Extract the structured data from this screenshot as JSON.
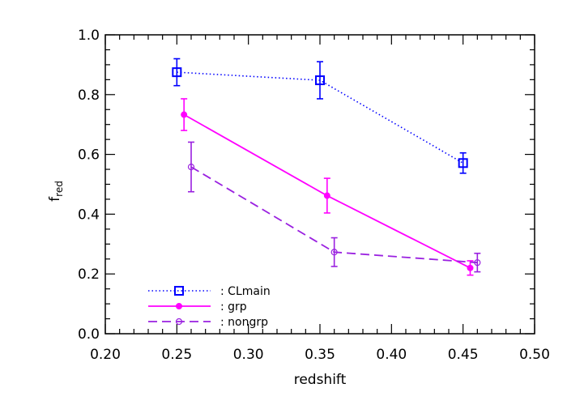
{
  "chart_data": {
    "type": "line",
    "xlabel": "redshift",
    "ylabel_main": "f",
    "ylabel_sub": "red",
    "xlim": [
      0.2,
      0.5
    ],
    "ylim": [
      0.0,
      1.0
    ],
    "xticks": [
      0.2,
      0.25,
      0.3,
      0.35,
      0.4,
      0.45,
      0.5
    ],
    "xtick_labels": [
      "0.20",
      "0.25",
      "0.30",
      "0.35",
      "0.40",
      "0.45",
      "0.50"
    ],
    "yticks": [
      0.0,
      0.2,
      0.4,
      0.6,
      0.8,
      1.0
    ],
    "ytick_labels": [
      "0.0",
      "0.2",
      "0.4",
      "0.6",
      "0.8",
      "1.0"
    ],
    "grid": false,
    "legend_placement": "bottom-left",
    "series": [
      {
        "name": "CLmain",
        "legend_text": ": CLmain",
        "color": "#0000ff",
        "line_style": "dotted",
        "marker": "square",
        "points": [
          {
            "x": 0.25,
            "y": 0.875,
            "err": 0.045
          },
          {
            "x": 0.35,
            "y": 0.848,
            "err": 0.062
          },
          {
            "x": 0.45,
            "y": 0.571,
            "err": 0.034
          }
        ]
      },
      {
        "name": "grp",
        "legend_text": ": grp",
        "color": "#ff00ff",
        "line_style": "solid",
        "marker": "filled-circle",
        "points": [
          {
            "x": 0.255,
            "y": 0.733,
            "err": 0.053
          },
          {
            "x": 0.355,
            "y": 0.462,
            "err": 0.058
          },
          {
            "x": 0.455,
            "y": 0.22,
            "err": 0.024
          }
        ]
      },
      {
        "name": "nongrp",
        "legend_text": ": nongrp",
        "color": "#9a20e0",
        "line_style": "dashed",
        "marker": "open-circle",
        "points": [
          {
            "x": 0.26,
            "y": 0.558,
            "err": 0.083
          },
          {
            "x": 0.36,
            "y": 0.273,
            "err": 0.048
          },
          {
            "x": 0.46,
            "y": 0.238,
            "err": 0.031
          }
        ]
      }
    ]
  }
}
